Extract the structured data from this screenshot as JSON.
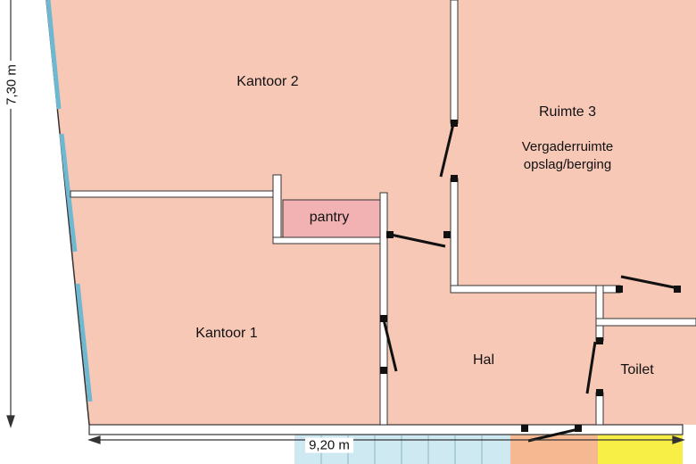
{
  "rooms": {
    "kantoor2": "Kantoor 2",
    "ruimte3_title": "Ruimte 3",
    "ruimte3_line1": "Vergaderruimte",
    "ruimte3_line2": "opslag/berging",
    "pantry": "pantry",
    "kantoor1": "Kantoor 1",
    "hal": "Hal",
    "toilet": "Toilet"
  },
  "dimensions": {
    "height": "7,30 m",
    "width": "9,20 m"
  },
  "colors": {
    "room_fill": "#f8c8b7",
    "pantry_fill": "#f2b2b4",
    "stair_fill": "#cfe9f3",
    "entry_fill": "#f5b891",
    "yellow_fill": "#f7ef45",
    "window": "#6fb8d2",
    "wall": "#333333"
  }
}
